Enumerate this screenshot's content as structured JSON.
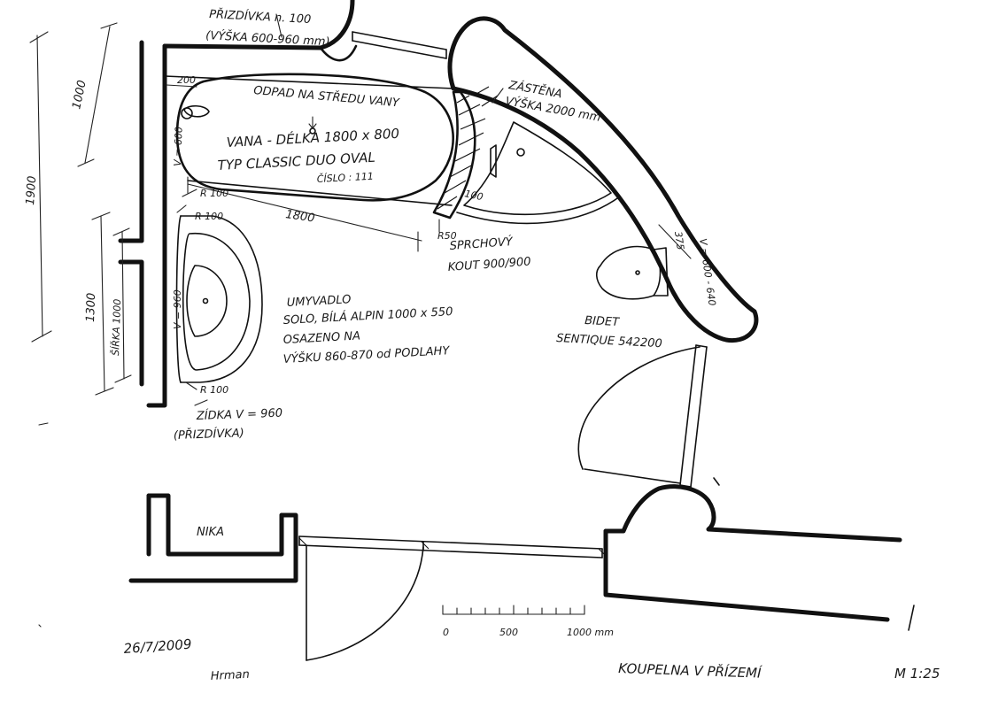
{
  "drawing": {
    "title": "KOUPELNA V PŘÍZEMÍ",
    "scale": "M 1:25",
    "date": "26/7/2009",
    "signature": "Hrman"
  },
  "labels": {
    "przidivka_top_1": "PŘIZDÍVKA  n. 100",
    "przidivka_top_2": "(VÝŠKA 600-960 mm)",
    "dim_200": "200",
    "odpad": "ODPAD NA STŘEDU VANY",
    "vana_1": "VANA - DÉLKA  1800 x 800",
    "vana_2": "TYP CLASSIC DUO OVAL",
    "vana_3": "ČÍSLO : 111",
    "v600": "V = 600",
    "r100_a": "R 100",
    "r100_b": "R 100",
    "r100_c": "R 100",
    "dim_1800": "1800",
    "dim_100": "100",
    "r50": "R50",
    "zastena_1": "ZÁSTĚNA",
    "zastena_2": "VÝŠKA 2000 mm",
    "sprchovy_1": "SPRCHOVÝ",
    "sprchovy_2": "KOUT  900/900",
    "dim_375": "375",
    "v600_640": "V = 600 - 640",
    "umyvadlo_1": "UMYVADLO",
    "umyvadlo_2": "SOLO, BÍLÁ ALPIN  1000 x 550",
    "umyvadlo_3": "OSAZENO NA",
    "umyvadlo_4": "VÝŠKU  860-870 od PODLAHY",
    "v960": "V = 960",
    "bidet_1": "BIDET",
    "bidet_2": "SENTIQUE  542200",
    "zidka_1": "ZÍDKA  V = 960",
    "zidka_2": "(PŘIZDÍVKA)",
    "nika": "NIKA",
    "dim_1000_top": "1000",
    "dim_1900": "1900",
    "dim_1300": "1300",
    "dim_sirka": "ŠÍŘKA 1000"
  },
  "scale_bar": {
    "ticks": [
      "0",
      "500",
      "1000 mm"
    ],
    "minor_divisions": 10
  }
}
